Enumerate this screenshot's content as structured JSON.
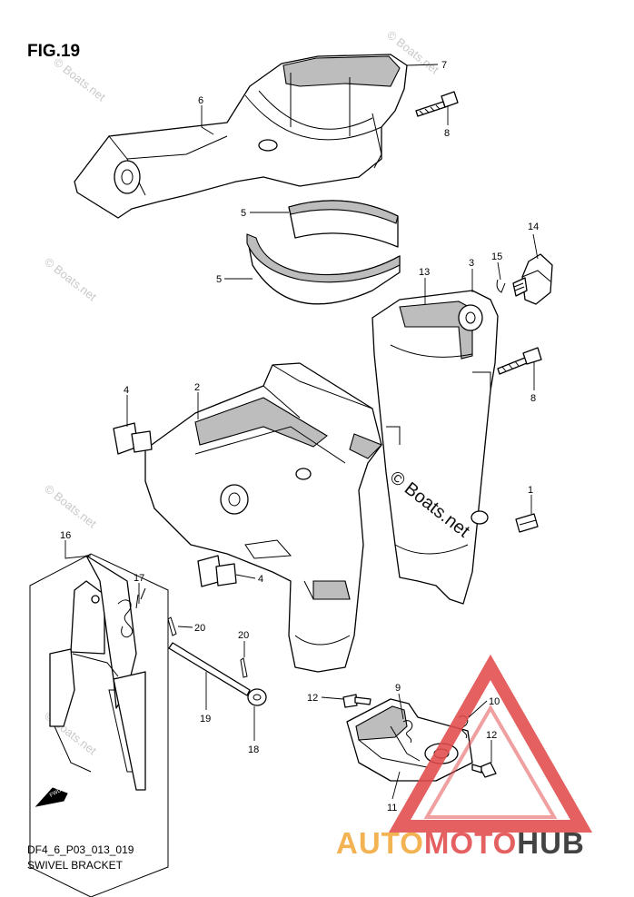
{
  "figure": {
    "title": "FIG.19",
    "code": "DF4_6_P03_013_019",
    "name": "SWIVEL BRACKET"
  },
  "watermarks": {
    "site": "© Boats.net",
    "brand_auto": "AUTO",
    "brand_moto": "MOTO",
    "brand_hub": "HUB"
  },
  "badge": {
    "text": "FWD"
  },
  "callouts": [
    {
      "id": "c7a",
      "text": "7"
    },
    {
      "id": "c6",
      "text": "6"
    },
    {
      "id": "c8a",
      "text": "8"
    },
    {
      "id": "c5a",
      "text": "5"
    },
    {
      "id": "c5b",
      "text": "5"
    },
    {
      "id": "c14",
      "text": "14"
    },
    {
      "id": "c15",
      "text": "15"
    },
    {
      "id": "c3",
      "text": "3"
    },
    {
      "id": "c13",
      "text": "13"
    },
    {
      "id": "c8b",
      "text": "8"
    },
    {
      "id": "c4a",
      "text": "4"
    },
    {
      "id": "c2",
      "text": "2"
    },
    {
      "id": "c1",
      "text": "1"
    },
    {
      "id": "c16",
      "text": "16"
    },
    {
      "id": "c4b",
      "text": "4"
    },
    {
      "id": "c17",
      "text": "17"
    },
    {
      "id": "c20a",
      "text": "20"
    },
    {
      "id": "c20b",
      "text": "20"
    },
    {
      "id": "c19",
      "text": "19"
    },
    {
      "id": "c18",
      "text": "18"
    },
    {
      "id": "c12a",
      "text": "12"
    },
    {
      "id": "c9",
      "text": "9"
    },
    {
      "id": "c10",
      "text": "10"
    },
    {
      "id": "c12b",
      "text": "12"
    },
    {
      "id": "c11",
      "text": "11"
    }
  ],
  "colors": {
    "line": "#000000",
    "shade": "#bdbdbd",
    "watermark": "#c9c9c9",
    "brand_red": "#e24b4b",
    "brand_orange": "#f2a93b",
    "brand_dark": "#2a2a2a"
  }
}
